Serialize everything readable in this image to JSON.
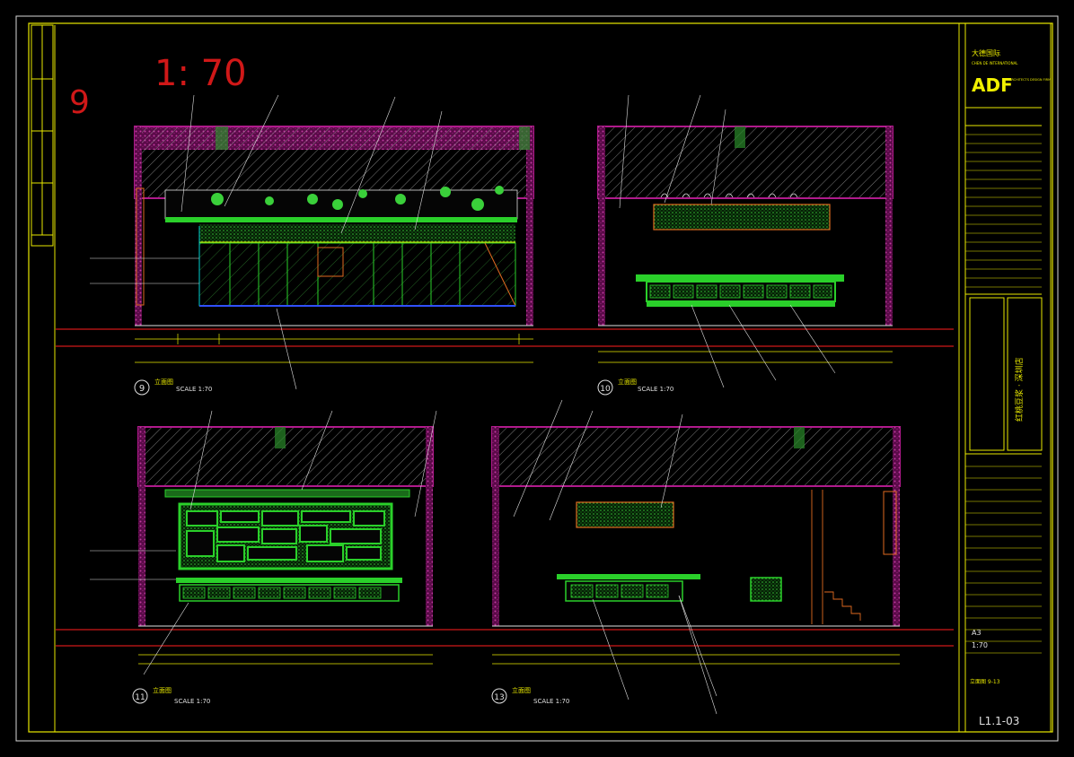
{
  "sheet": {
    "scale_big": "1: 70",
    "drawing_no_big": "9",
    "background": "#000000",
    "colors": {
      "frame": "#e8e800",
      "wall": "#b01a8c",
      "green": "#20e020",
      "red": "#ff2020",
      "white": "#e0e0e0",
      "cyan": "#00e0e0"
    }
  },
  "title_block": {
    "company_cn": "大德国际",
    "company_en": "CHEN DE INTERNATIONAL",
    "logo": "ADF",
    "logo_sub": "ARCHITECTS DESIGN FIRM",
    "project_cn": "红桃豆浆 · 深圳店",
    "paper": "A3",
    "scale": "1:70",
    "sheet_title": "立面图 9-13",
    "sheet_no": "L1.1-03"
  },
  "views": [
    {
      "no": "9",
      "title": "立面图",
      "scale": "SCALE 1:70"
    },
    {
      "no": "10",
      "title": "立面图",
      "scale": "SCALE 1:70"
    },
    {
      "no": "11",
      "title": "立面图",
      "scale": "SCALE 1:70"
    },
    {
      "no": "13",
      "title": "立面图",
      "scale": "SCALE 1:70"
    }
  ]
}
